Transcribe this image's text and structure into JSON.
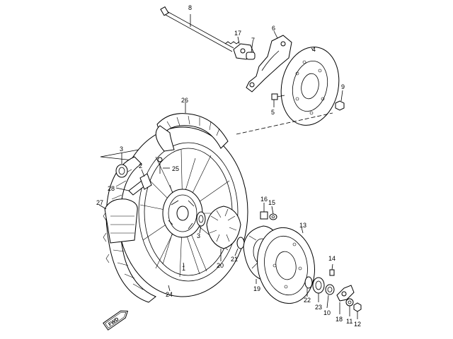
{
  "callouts": [
    {
      "id": "c8",
      "text": "8"
    },
    {
      "id": "c17",
      "text": "17"
    },
    {
      "id": "c7",
      "text": "7"
    },
    {
      "id": "c6",
      "text": "6"
    },
    {
      "id": "c4",
      "text": "4"
    },
    {
      "id": "c9",
      "text": "9"
    },
    {
      "id": "c5",
      "text": "5"
    },
    {
      "id": "c26",
      "text": "26"
    },
    {
      "id": "c3a",
      "text": "3"
    },
    {
      "id": "c2",
      "text": "2"
    },
    {
      "id": "c25",
      "text": "25"
    },
    {
      "id": "c28",
      "text": "28"
    },
    {
      "id": "c27",
      "text": "27"
    },
    {
      "id": "c16",
      "text": "16"
    },
    {
      "id": "c15",
      "text": "15"
    },
    {
      "id": "c13",
      "text": "13"
    },
    {
      "id": "c3b",
      "text": "3"
    },
    {
      "id": "c21",
      "text": "21"
    },
    {
      "id": "c20",
      "text": "20"
    },
    {
      "id": "c1",
      "text": "1"
    },
    {
      "id": "c14",
      "text": "14"
    },
    {
      "id": "c19",
      "text": "19"
    },
    {
      "id": "c24",
      "text": "24"
    },
    {
      "id": "c22",
      "text": "22"
    },
    {
      "id": "c23",
      "text": "23"
    },
    {
      "id": "c10",
      "text": "10"
    },
    {
      "id": "c18",
      "text": "18"
    },
    {
      "id": "c11",
      "text": "11"
    },
    {
      "id": "c12",
      "text": "12"
    }
  ],
  "fwd_badge": "FWD"
}
